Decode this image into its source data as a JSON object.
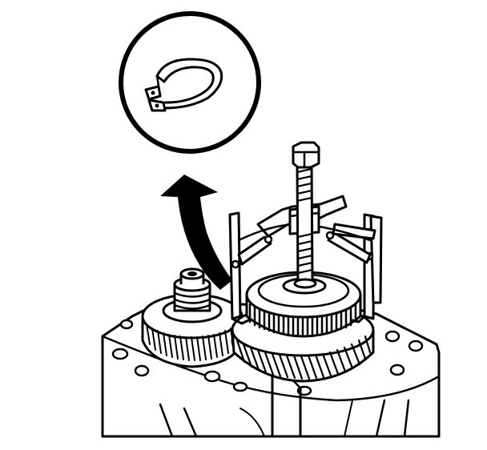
{
  "figure": {
    "colors": {
      "ink": "#000000",
      "paper": "#ffffff"
    },
    "parts": {
      "detail_view": "retaining-ring-detail",
      "arrow": "removal-direction-arrow",
      "tool": "gear-puller",
      "main_gear": "output-gear",
      "secondary_gear": "countershaft-gear",
      "case": "transmission-case"
    }
  }
}
